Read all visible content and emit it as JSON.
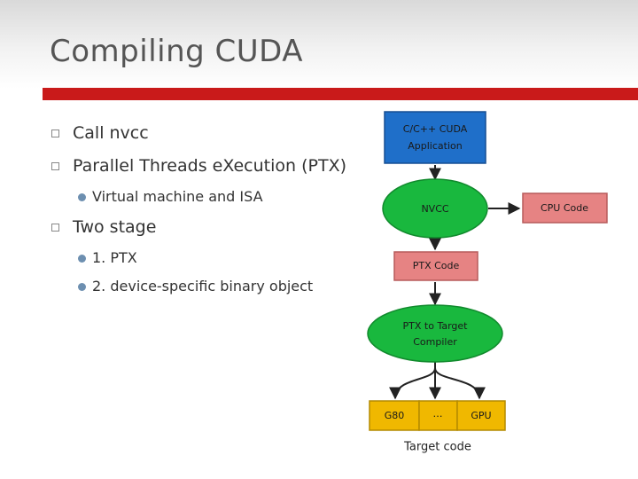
{
  "slide": {
    "title": "Compiling CUDA",
    "bullets": [
      {
        "text": "Call nvcc",
        "level": 1
      },
      {
        "text": "Parallel Threads eXecution (PTX)",
        "level": 1
      },
      {
        "text": "Virtual machine and ISA",
        "level": 2
      },
      {
        "text": "Two stage",
        "level": 1
      },
      {
        "text": "1. PTX",
        "level": 2
      },
      {
        "text": "2. device-specific binary object",
        "level": 2
      }
    ]
  },
  "diagram": {
    "app_label_line1": "C/C++ CUDA",
    "app_label_line2": "Application",
    "nvcc_label": "NVCC",
    "cpu_label": "CPU Code",
    "ptx_label": "PTX Code",
    "ptx_compiler_line1": "PTX to Target",
    "ptx_compiler_line2": "Compiler",
    "target_1": "G80",
    "target_2": "…",
    "target_3": "GPU",
    "target_caption": "Target code"
  },
  "colors": {
    "accent_red": "#c91a1a",
    "app_blue": "#1f6fc9",
    "ellipse_green": "#19b83e",
    "code_pink": "#e68383",
    "target_yellow": "#f0b800"
  }
}
